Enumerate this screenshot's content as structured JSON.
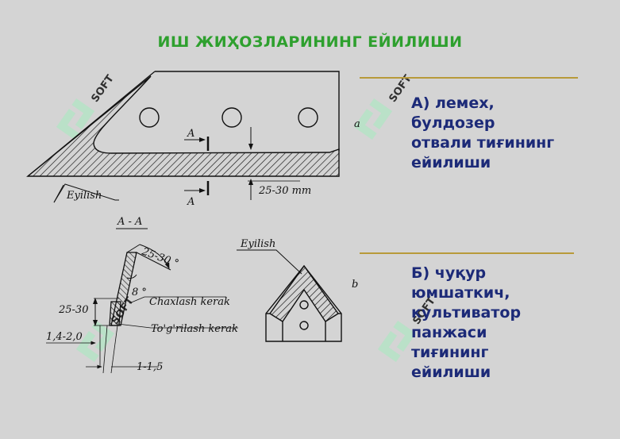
{
  "title": "ИШ ЖИҲОЗЛАРИНИНГ ЕЙИЛИШИ",
  "caption_a": [
    "А) лемех,",
    "булдозер",
    "отвали тиғининг",
    "ейилиши"
  ],
  "caption_b": [
    "Б) чуқур",
    "юмшаткич,",
    "культиватор",
    "панжаси",
    "тиғининг",
    "ейилиши"
  ],
  "figure_a": {
    "wear_label": "Eyilish",
    "section_mark_top": "A",
    "section_mark_bottom": "A",
    "dimension": "25-30 mm",
    "figure_letter": "a"
  },
  "section_view": {
    "title": "A - A",
    "angle_outer": "25-30 °",
    "angle_inner": "8 °",
    "chamfer_note": "Chaxlash kerak",
    "straighten_note": "To'g'rilash kerak",
    "dim_height": "25-30",
    "dim_thickness": "1,4-2,0",
    "dim_edge": "1-1,5"
  },
  "figure_b": {
    "wear_label": "Eyilish",
    "figure_letter": "b"
  },
  "watermark": "SOFT",
  "colors": {
    "background": "#d4d4d4",
    "title": "#2ea02e",
    "caption": "#1c2a78",
    "separator": "#b89a3a",
    "watermark": "#b5e3c6"
  }
}
